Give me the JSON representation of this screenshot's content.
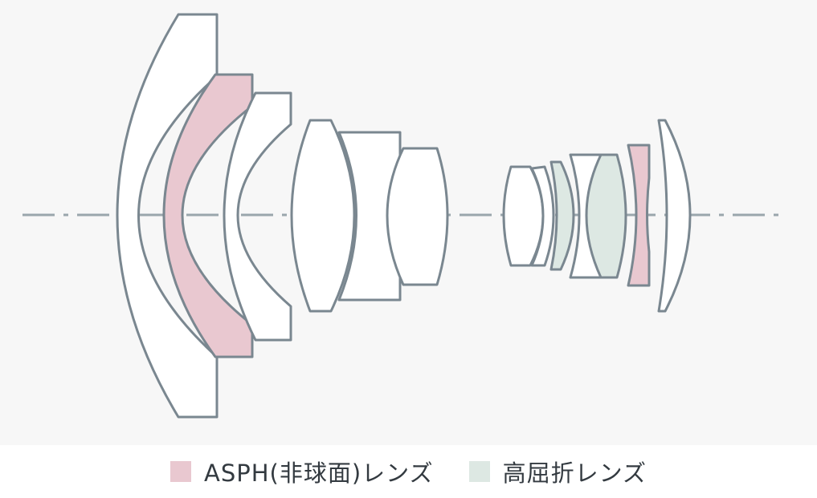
{
  "colors": {
    "background": "#f7f7f7",
    "element_stroke": "#7a8790",
    "axis": "#9aa6ac",
    "normal_fill": "#ffffff",
    "asph_fill": "#e9c8d0",
    "high_refractive_fill": "#dde8e3"
  },
  "legend": [
    {
      "label": "ASPH(非球面)レンズ",
      "color": "#e9c8d0"
    },
    {
      "label": "高屈折レンズ",
      "color": "#dde8e3"
    }
  ],
  "elements": [
    {
      "id": 1,
      "type": "normal"
    },
    {
      "id": 2,
      "type": "asph"
    },
    {
      "id": 3,
      "type": "normal"
    },
    {
      "id": 4,
      "type": "normal"
    },
    {
      "id": 5,
      "type": "normal"
    },
    {
      "id": 6,
      "type": "normal"
    },
    {
      "id": 7,
      "type": "normal"
    },
    {
      "id": 8,
      "type": "normal"
    },
    {
      "id": 9,
      "type": "high-refractive"
    },
    {
      "id": 10,
      "type": "normal"
    },
    {
      "id": 11,
      "type": "high-refractive"
    },
    {
      "id": 12,
      "type": "asph"
    },
    {
      "id": 13,
      "type": "normal"
    }
  ]
}
